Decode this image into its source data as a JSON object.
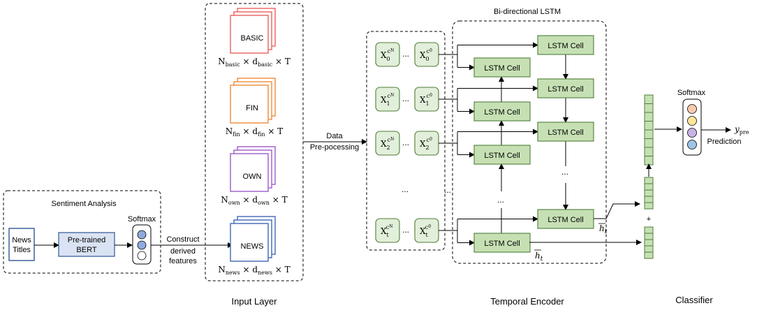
{
  "sentiment": {
    "title": "Sentiment Analysis",
    "news_titles": [
      "News",
      "Titles"
    ],
    "bert": [
      "Pre-trained",
      "BERT"
    ],
    "softmax": "Softmax"
  },
  "construct_label": [
    "Construct",
    "derived",
    "features"
  ],
  "input_layer": {
    "caption": "Input Layer",
    "blocks": [
      {
        "name": "BASIC",
        "sub": "basic",
        "color": "#e8625c"
      },
      {
        "name": "FIN",
        "sub": "fin",
        "color": "#ed8c3a"
      },
      {
        "name": "OWN",
        "sub": "own",
        "color": "#9d5ac9"
      },
      {
        "name": "NEWS",
        "sub": "news",
        "color": "#3f68b5"
      }
    ],
    "dim_N": "N",
    "dim_d": "d",
    "dim_times": "×",
    "dim_T": "T"
  },
  "data_label": [
    "Data",
    "Pre-pocessing"
  ],
  "inputs": {
    "x_symbol": "X",
    "sup_left": "c",
    "sup_left_sub": "N",
    "sup_right": "c",
    "sup_right_sub": "0",
    "row_subs": [
      "0",
      "1",
      "2",
      "t"
    ],
    "ellipsis": "...",
    "vertical_ellipsis": "..."
  },
  "encoder": {
    "title": "Bi-directional LSTM",
    "caption": "Temporal Encoder",
    "cell_label": "LSTM Cell",
    "h_symbol": "h",
    "h_sub": "t",
    "dots": "..."
  },
  "classifier": {
    "softmax": "Softmax",
    "plus": "+",
    "output_symbol": "y",
    "output_sub": "pre",
    "prediction": "Prediction",
    "caption": "Classifier"
  },
  "colors": {
    "cell_fill": "#c6e0b4",
    "cell_stroke": "#4f7d3a",
    "vec_fill": "#c6e0b4",
    "bert_fill": "#dae3f3",
    "box_stroke": "#2f5597",
    "input_fill": "#e2efda",
    "softmax_dots_right": [
      "#f8cbad",
      "#ffe699",
      "#c9b3e6",
      "#9dc3e6"
    ]
  }
}
